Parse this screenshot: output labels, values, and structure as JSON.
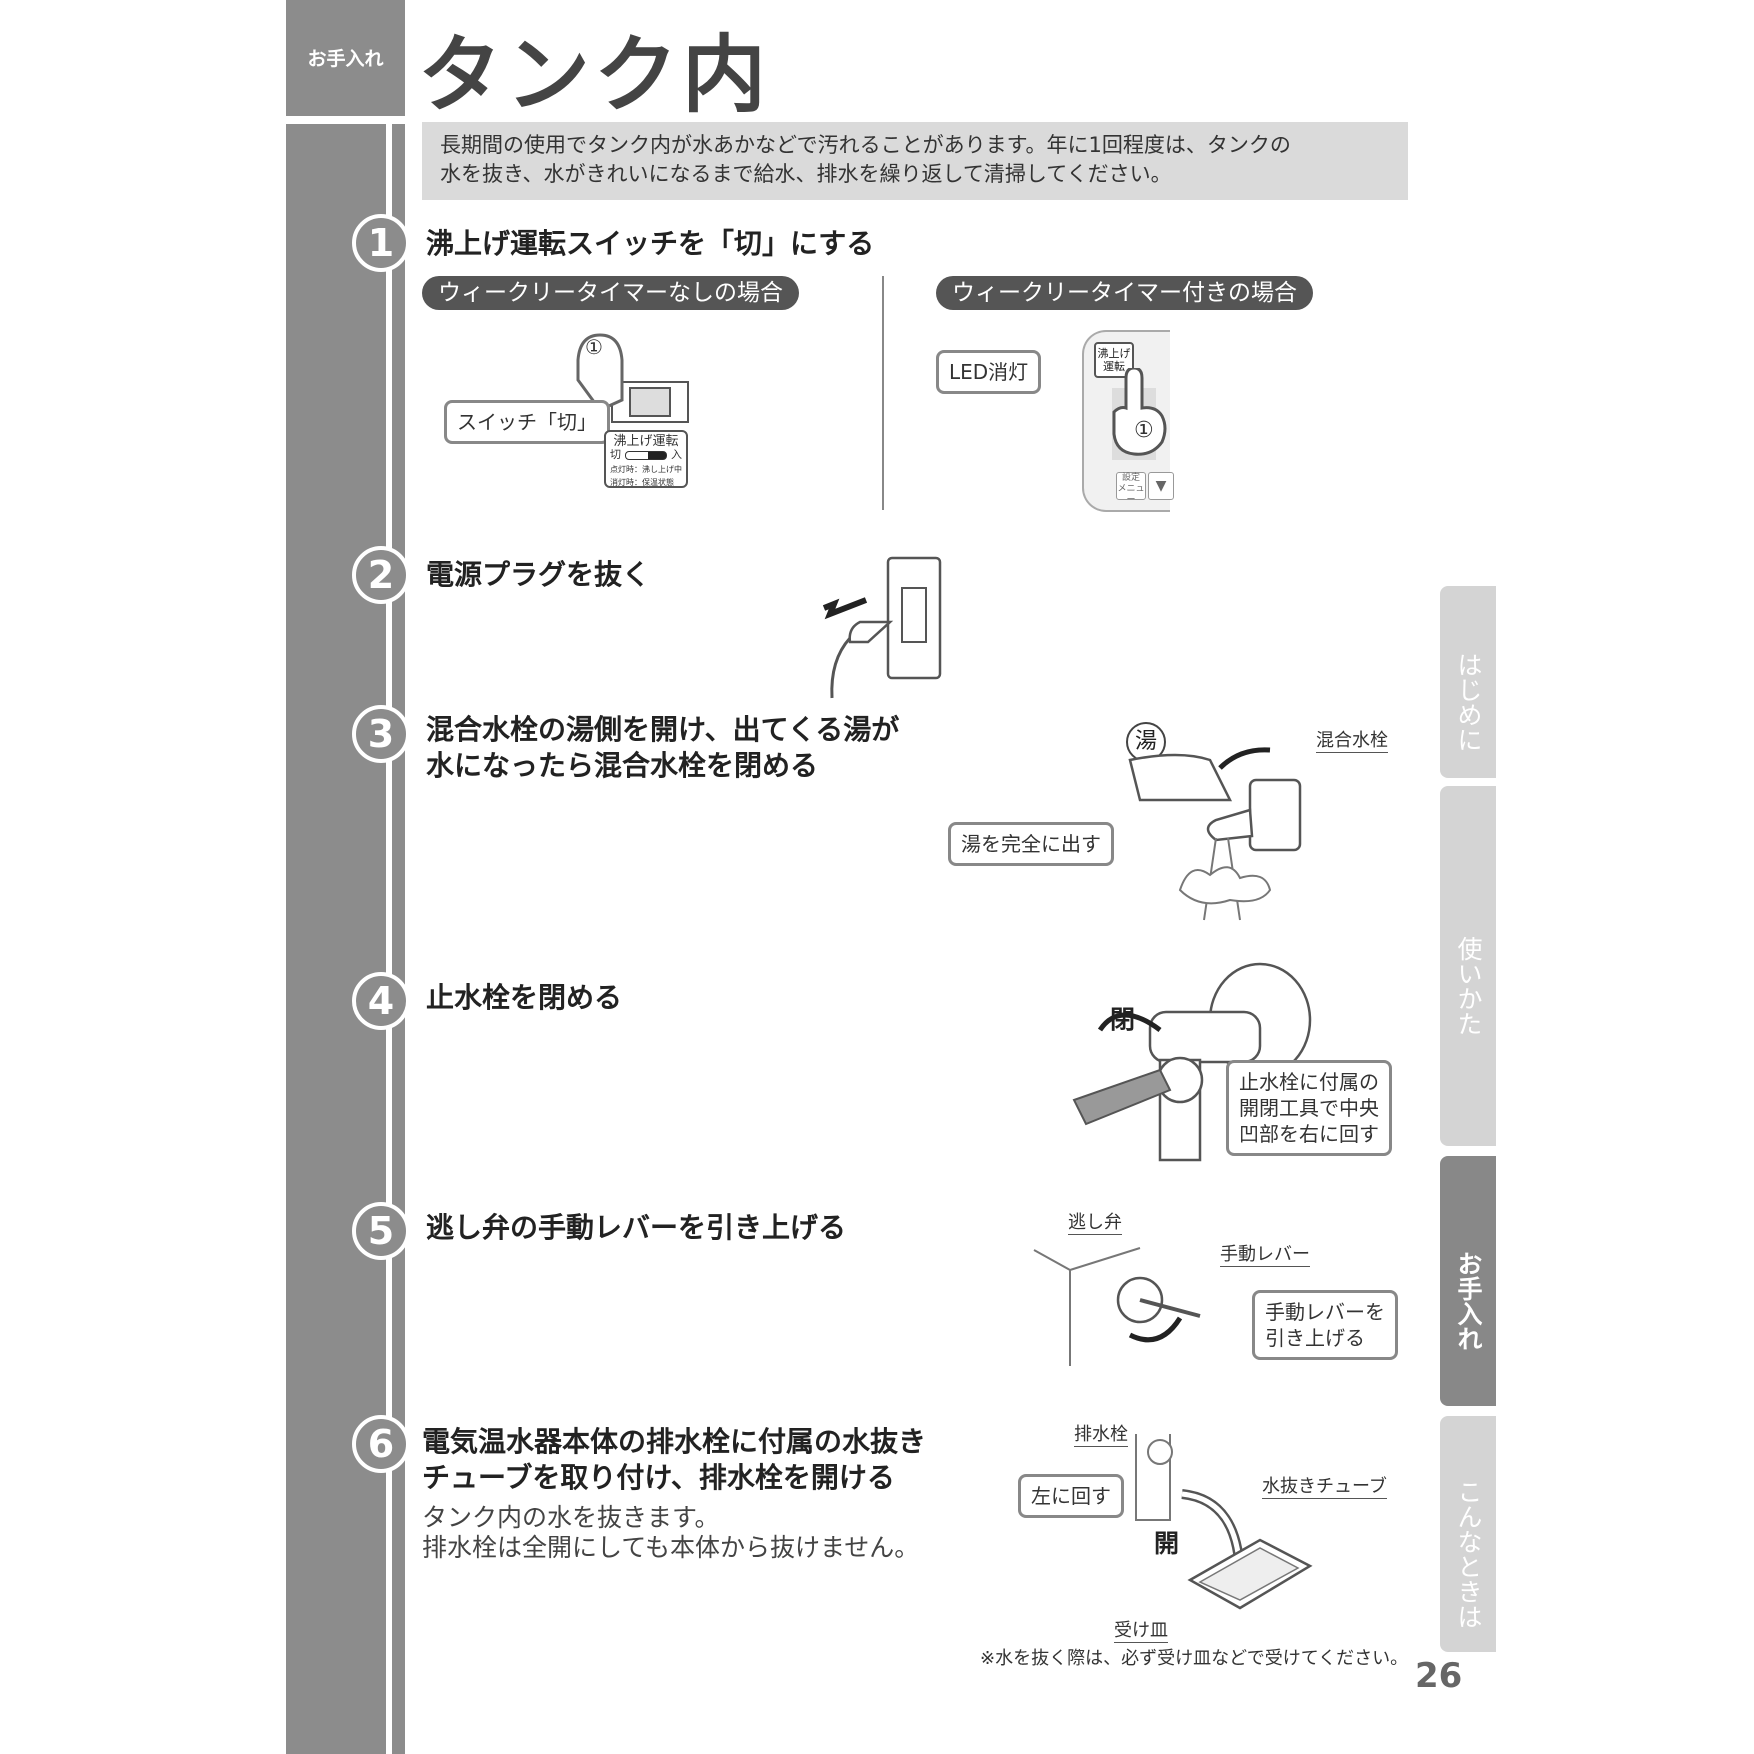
{
  "header": {
    "section_label": "お手入れ",
    "title": "タンク内"
  },
  "intro": {
    "line1": "長期間の使用でタンク内が水あかなどで汚れることがあります。年に1回程度は、タンクの",
    "line2": "水を抜き、水がきれいになるまで給水、排水を繰り返して清掃してください。"
  },
  "steps": [
    {
      "num": "1",
      "title": "沸上げ運転スイッチを「切」にする"
    },
    {
      "num": "2",
      "title": "電源プラグを抜く"
    },
    {
      "num": "3",
      "title_l1": "混合水栓の湯側を開け、出てくる湯が",
      "title_l2": "水になったら混合水栓を閉める"
    },
    {
      "num": "4",
      "title": "止水栓を閉める"
    },
    {
      "num": "5",
      "title": "逃し弁の手動レバーを引き上げる"
    },
    {
      "num": "6",
      "title_l1": "電気温水器本体の排水栓に付属の水抜き",
      "title_l2": "チューブを取り付け、排水栓を開ける",
      "sub_l1": "タンク内の水を抜きます。",
      "sub_l2": "排水栓は全開にしても本体から抜けません。"
    }
  ],
  "step1": {
    "left_pill": "ウィークリータイマーなしの場合",
    "right_pill": "ウィークリータイマー付きの場合",
    "switch_callout": "スイッチ「切」",
    "switch_panel_title": "沸上げ運転",
    "switch_off": "切",
    "switch_on": "入",
    "switch_note1": "点灯時：沸し上げ中",
    "switch_note2": "消灯時：保温状態",
    "led_callout": "LED消灯",
    "button_label_l1": "沸上げ",
    "button_label_l2": "運転",
    "finger_num": "①",
    "menu_label_l1": "設定",
    "menu_label_l2": "メニュー",
    "down_arrow": "▼"
  },
  "step3": {
    "hot_symbol": "湯",
    "faucet_label": "混合水栓",
    "callout": "湯を完全に出す"
  },
  "step4": {
    "close_label": "閉",
    "callout_l1": "止水栓に付属の",
    "callout_l2": "開閉工具で中央",
    "callout_l3": "凹部を右に回す"
  },
  "step5": {
    "valve_label": "逃し弁",
    "lever_label": "手動レバー",
    "callout_l1": "手動レバーを",
    "callout_l2": "引き上げる"
  },
  "step6": {
    "drain_label": "排水栓",
    "callout": "左に回す",
    "tube_label": "水抜きチューブ",
    "open_label": "開",
    "tray_label": "受け皿"
  },
  "note": "※水を抜く際は、必ず受け皿などで受けてください。",
  "side_tabs": [
    "はじめに",
    "使いかた",
    "お手入れ",
    "こんなときは"
  ],
  "page_number": "26",
  "colors": {
    "band": "#8c8c8c",
    "intro_bg": "#dadada",
    "pill_bg": "#555555",
    "tab_inactive": "#d4d4d4",
    "tab_active": "#888888"
  }
}
